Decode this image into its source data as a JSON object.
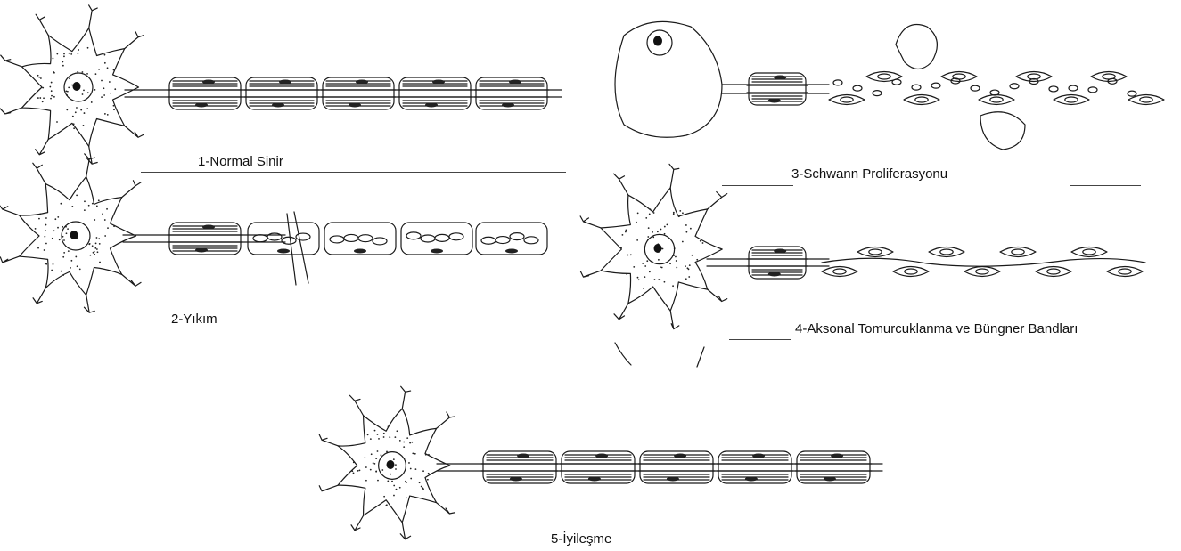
{
  "panels": [
    {
      "id": "normal",
      "caption": "1-Normal Sinir"
    },
    {
      "id": "degeneration",
      "caption": "2-Yıkım"
    },
    {
      "id": "proliferation",
      "caption": "3-Schwann Proliferasyonu"
    },
    {
      "id": "sprouting",
      "caption": "4-Aksonal Tomurcuklanma ve Büngner Bandları"
    },
    {
      "id": "healing",
      "caption": "5-İyileşme"
    }
  ]
}
